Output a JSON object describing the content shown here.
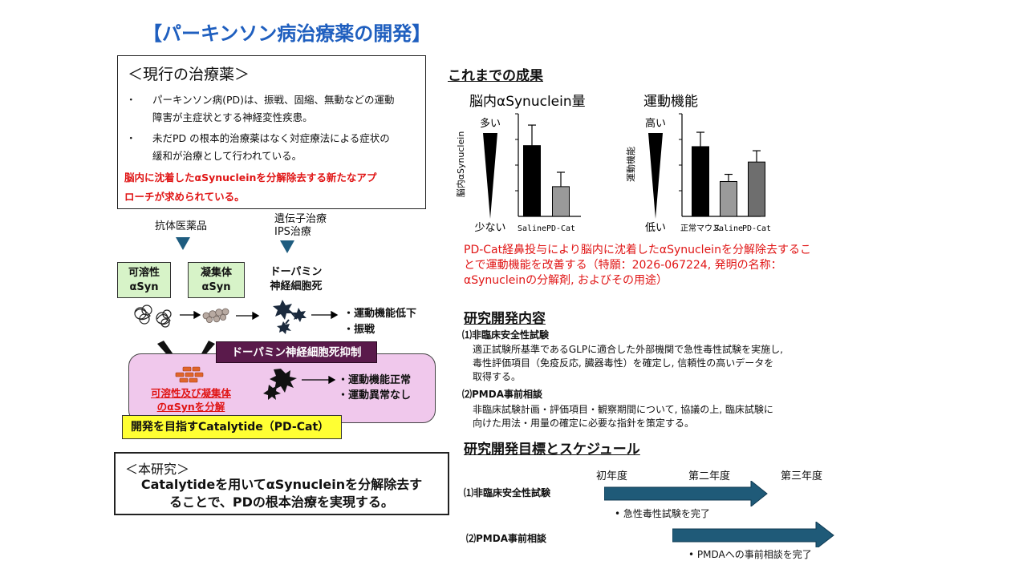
{
  "title": "【パーキンソン病治療薬の開発】",
  "current": {
    "heading": "＜現行の治療薬＞",
    "bullet_mark": "・",
    "bullets": [
      [
        "パーキンソン病(PD)は、振戦、固縮、無動などの運動",
        "障害が主症状とする神経変性疾患。"
      ],
      [
        "未だPD の根本的治療薬はなく対症療法による症状の",
        "緩和が治療として行われている。"
      ]
    ],
    "need": [
      "脳内に沈着したαSynucleinを分解除去する新たなアプ",
      "ローチが求められている。"
    ]
  },
  "mech": {
    "antibody": "抗体医薬品",
    "gene": [
      "遺伝子治療",
      "IPS治療"
    ],
    "soluble": [
      "可溶性",
      "αSyn"
    ],
    "aggregate": [
      "凝集体",
      "αSyn"
    ],
    "dopamine": [
      "ドーパミン",
      "神経細胞死"
    ],
    "effects_bad": [
      "・運動機能低下",
      "・振戦"
    ],
    "inhibit": "ドーパミン神経細胞死抑制",
    "degrade": [
      "可溶性及び凝集体",
      "のαSynを分解"
    ],
    "effects_good": [
      "・運動機能正常",
      "・運動異常なし"
    ],
    "target": "開発を目指すCatalytide（PD-Cat）"
  },
  "study": {
    "heading": "＜本研究＞",
    "lines": [
      "Catalytideを用いてαSynucleinを分解除去す",
      "ることで、PDの根本治療を実現する。"
    ]
  },
  "results": {
    "heading": "これまでの成果",
    "statement": [
      "PD-Cat経鼻投与により脳内に沈着したαSynucleinを分解除去するこ",
      "とで運動機能を改善する（特願：2026-067224, 発明の名称：",
      "αSynucleinの分解剤, およびその用途）"
    ]
  },
  "chart_data": [
    {
      "type": "bar",
      "title": "脳内αSynuclein量",
      "ylabel": "脳内αSynuclein",
      "scale_high": "多い",
      "scale_low": "少ない",
      "categories": [
        "Saline",
        "PD-Cat"
      ],
      "values": [
        0.69,
        0.29
      ],
      "errors": [
        0.2,
        0.14
      ],
      "ylim": [
        0,
        1
      ],
      "colors": [
        "#000000",
        "#9a9a9a"
      ]
    },
    {
      "type": "bar",
      "title": "運動機能",
      "ylabel": "運動機能",
      "scale_high": "高い",
      "scale_low": "低い",
      "categories": [
        "正常マウス",
        "Saline",
        "PD-Cat"
      ],
      "values": [
        0.68,
        0.34,
        0.53
      ],
      "errors": [
        0.14,
        0.07,
        0.11
      ],
      "ylim": [
        0,
        1
      ],
      "colors": [
        "#000000",
        "#9a9a9a",
        "#6e6e6e"
      ]
    }
  ],
  "content": {
    "heading": "研究開発内容",
    "items": [
      {
        "title": "⑴非臨床安全性試験",
        "lines": [
          "適正試験所基準であるGLPに適合した外部機関で急性毒性試験を実施し,",
          "毒性評価項目（免疫反応, 臓器毒性）を確定し, 信頼性の高いデータを",
          "取得する。"
        ]
      },
      {
        "title": "⑵PMDA事前相談",
        "lines": [
          "非臨床試験計画・評価項目・観察期間について, 協議の上, 臨床試験に",
          "向けた用法・用量の確定に必要な指針を策定する。"
        ]
      }
    ]
  },
  "schedule": {
    "heading": "研究開発目標とスケジュール",
    "years": [
      "初年度",
      "第二年度",
      "第三年度"
    ],
    "rows": [
      {
        "label": "⑴非臨床安全性試験",
        "note": "•  急性毒性試験を完了"
      },
      {
        "label": "⑵PMDA事前相談",
        "note": "•  PMDAへの事前相談を完了"
      }
    ],
    "arrow_color": "#1f5a78"
  }
}
